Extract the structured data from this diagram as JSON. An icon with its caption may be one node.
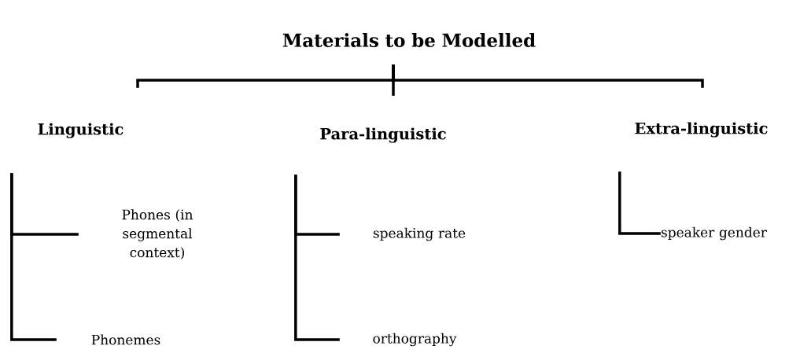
{
  "diagram": {
    "nodes": [
      {
        "text": [
          "Materials to be Modelled"
        ]
      },
      {
        "text": [
          "Linguistic"
        ]
      },
      {
        "text": [
          "Para-linguistic"
        ]
      },
      {
        "text": [
          "Extra-linguistic"
        ]
      },
      {
        "text": [
          "Phones (in segmental context)"
        ]
      },
      {
        "text": [
          "Phonemes"
        ]
      },
      {
        "text": [
          "speaking rate"
        ]
      },
      {
        "text": [
          "orthography"
        ]
      },
      {
        "text": [
          "speaker gender"
        ]
      }
    ],
    "edges": [
      {
        "from": 0,
        "to": 1,
        "arrow": "none"
      },
      {
        "from": 0,
        "to": 2,
        "arrow": "none"
      },
      {
        "from": 0,
        "to": 3,
        "arrow": "none"
      },
      {
        "from": 1,
        "to": 4,
        "arrow": "none"
      },
      {
        "from": 1,
        "to": 5,
        "arrow": "none"
      },
      {
        "from": 2,
        "to": 6,
        "arrow": "none"
      },
      {
        "from": 2,
        "to": 7,
        "arrow": "none"
      },
      {
        "from": 3,
        "to": 8,
        "arrow": "none"
      }
    ]
  }
}
